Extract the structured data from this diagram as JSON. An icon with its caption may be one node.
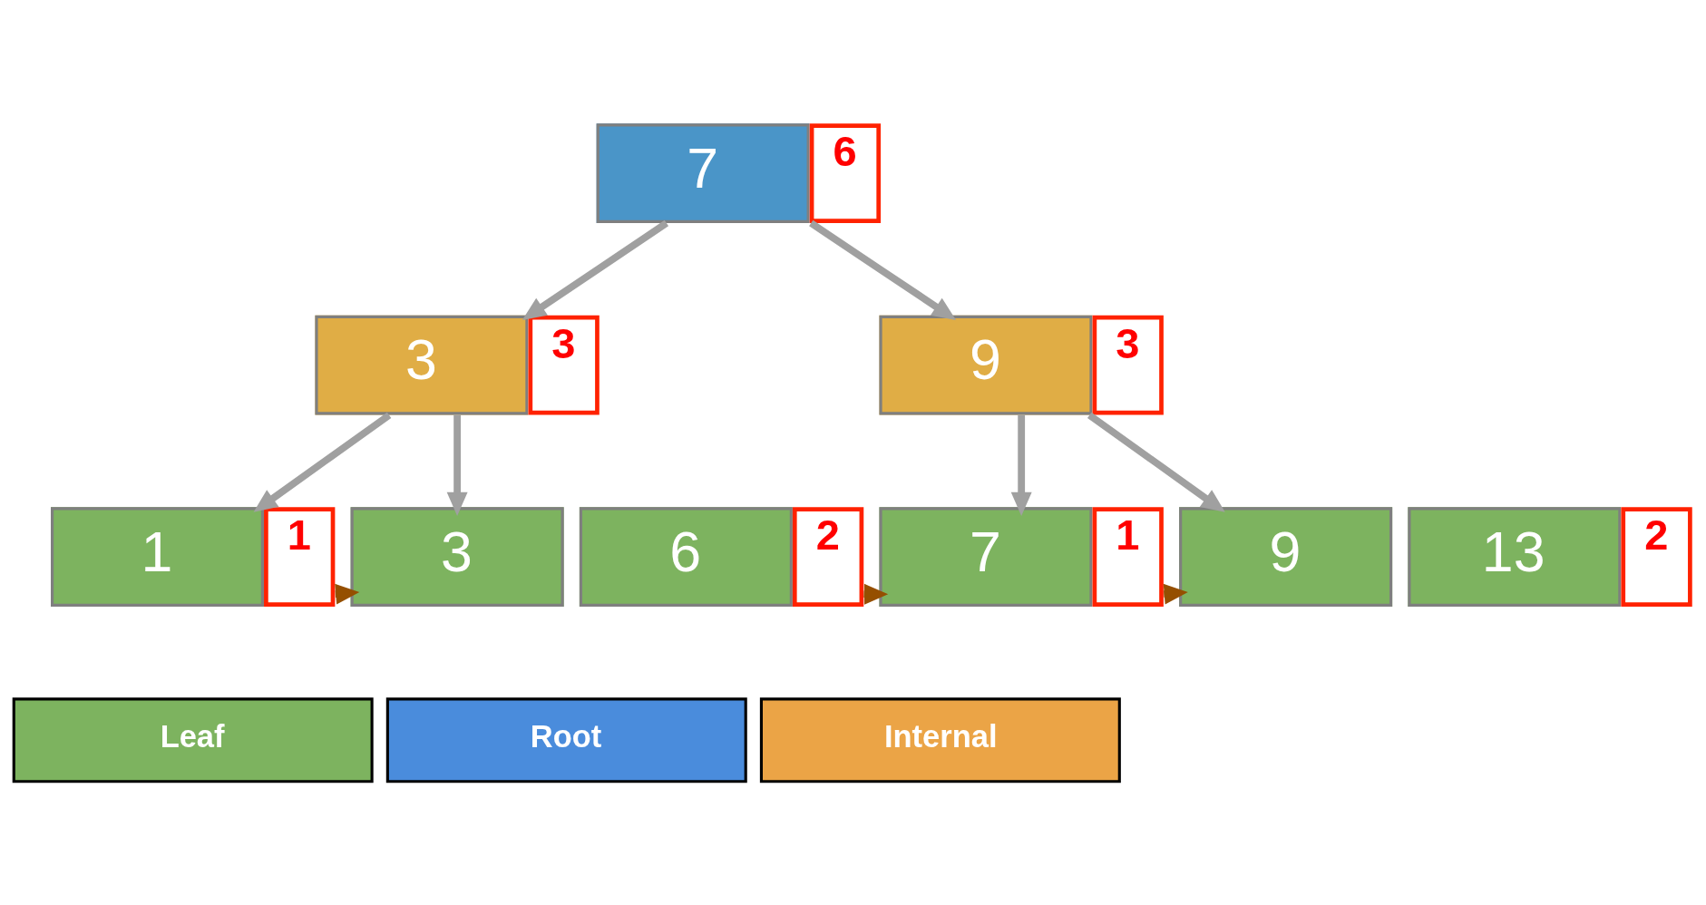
{
  "diagram": {
    "nodes": [
      {
        "text": [
          "7"
        ],
        "beside": [
          "6"
        ]
      },
      {
        "text": [
          "3"
        ],
        "beside": [
          "3"
        ]
      },
      {
        "text": [
          "9"
        ],
        "beside": [
          "3"
        ]
      },
      {
        "text": [
          "1"
        ],
        "beside": [
          "1"
        ]
      },
      {
        "text": [
          "3"
        ]
      },
      {
        "text": [
          "6"
        ],
        "beside": [
          "2"
        ]
      },
      {
        "text": [
          "7"
        ],
        "beside": [
          "1"
        ]
      },
      {
        "text": [
          "9"
        ]
      },
      {
        "text": [
          "13"
        ],
        "beside": [
          "2"
        ]
      }
    ],
    "edges": [
      {
        "from": 0,
        "to": 1,
        "arrow": "to"
      },
      {
        "from": 0,
        "to": 2,
        "arrow": "to"
      },
      {
        "from": 1,
        "to": 3,
        "arrow": "to"
      },
      {
        "from": 1,
        "to": 4,
        "arrow": "to"
      },
      {
        "from": 2,
        "to": 6,
        "arrow": "to"
      },
      {
        "from": 2,
        "to": 7,
        "arrow": "to"
      },
      {
        "from": 3,
        "to": 4,
        "arrow": "to",
        "color": "#954f00"
      },
      {
        "from": 5,
        "to": 6,
        "arrow": "to",
        "color": "#954f00"
      },
      {
        "from": 6,
        "to": 7,
        "arrow": "to",
        "color": "#954f00"
      }
    ],
    "legend": [
      {
        "text": "Leaf",
        "color": "#7db35f"
      },
      {
        "text": "Root",
        "color": "#4a8cdc"
      },
      {
        "text": "Internal",
        "color": "#eba446"
      }
    ]
  }
}
